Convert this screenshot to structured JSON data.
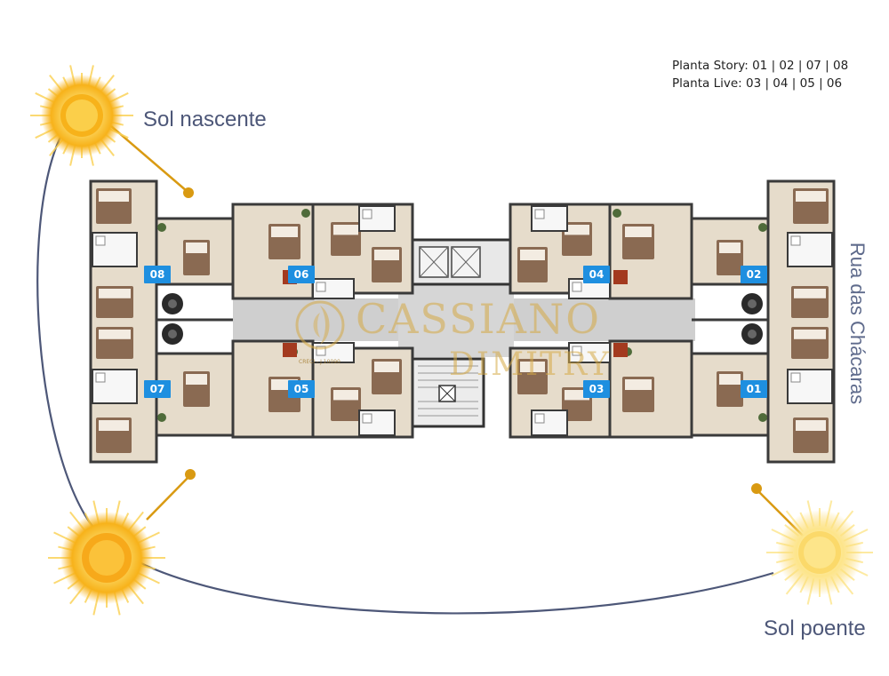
{
  "legend": {
    "story": "Planta Story: 01 | 02 | 07 | 08",
    "live": "Planta Live: 03 | 04 | 05 | 06"
  },
  "sun": {
    "sunrise_label": "Sol nascente",
    "sunset_label": "Sol poente",
    "color_core": "#f7b21a",
    "color_glow": "#ffe98a",
    "path_color": "#4d5778"
  },
  "street": {
    "label": "Rua das Chácaras"
  },
  "units": [
    {
      "id": "u08",
      "label": "08"
    },
    {
      "id": "u06",
      "label": "06"
    },
    {
      "id": "u04",
      "label": "04"
    },
    {
      "id": "u02",
      "label": "02"
    },
    {
      "id": "u07",
      "label": "07"
    },
    {
      "id": "u05",
      "label": "05"
    },
    {
      "id": "u03",
      "label": "03"
    },
    {
      "id": "u01",
      "label": "01"
    }
  ],
  "watermark": {
    "brand": "CASSIANO",
    "sub": "DIMITRY",
    "creci": "CRECI - J 10090"
  },
  "colors": {
    "badge": "#1e8fe0",
    "wall": "#3a3a3a",
    "floor": "#e6dccb",
    "corridor": "#cfcfcf",
    "bed": "#8a6a52"
  }
}
